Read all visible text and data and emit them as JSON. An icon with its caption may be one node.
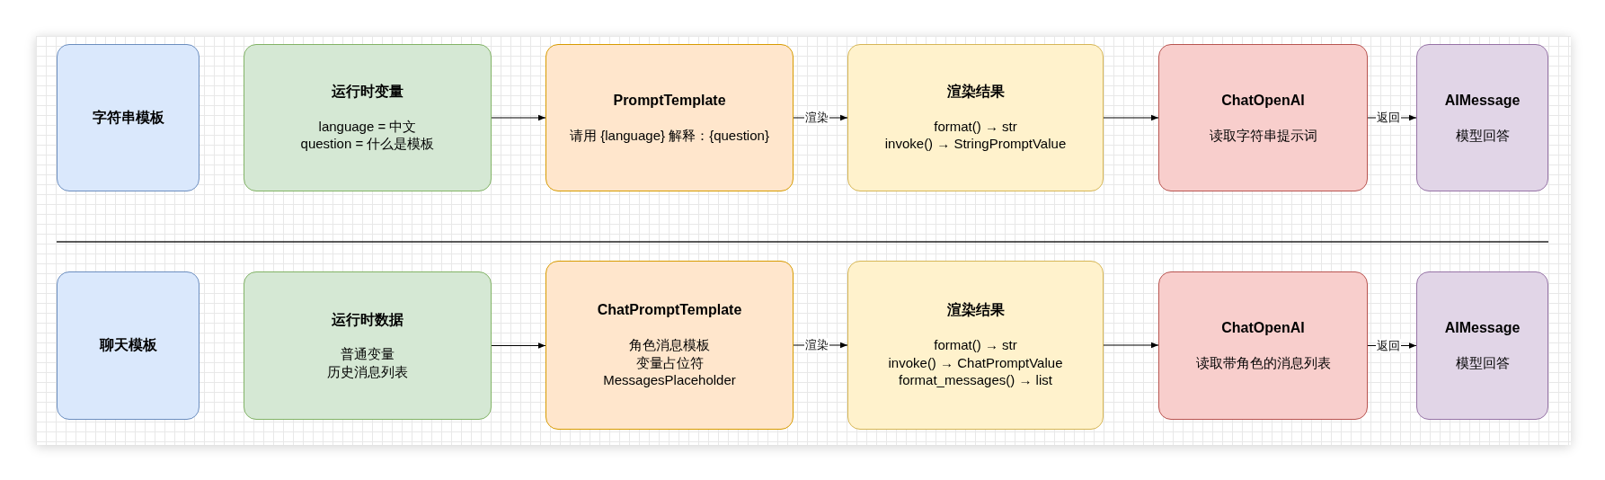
{
  "diagram": {
    "nodes": [
      {
        "text": [
          "字符串模板"
        ]
      },
      {
        "text": [
          "运行时变量",
          "language = 中文",
          "question = 什么是模板"
        ]
      },
      {
        "text": [
          "PromptTemplate",
          "请用 {language} 解释：{question}"
        ]
      },
      {
        "text": [
          "渲染结果",
          "format() → str",
          "invoke() → StringPromptValue"
        ]
      },
      {
        "text": [
          "ChatOpenAI",
          "读取字符串提示词"
        ]
      },
      {
        "text": [
          "AIMessage",
          "模型回答"
        ]
      },
      {
        "text": [
          "聊天模板"
        ]
      },
      {
        "text": [
          "运行时数据",
          "普通变量",
          "历史消息列表"
        ]
      },
      {
        "text": [
          "ChatPromptTemplate",
          "角色消息模板",
          "变量占位符",
          "MessagesPlaceholder"
        ]
      },
      {
        "text": [
          "渲染结果",
          "format() → str",
          "invoke() → ChatPromptValue",
          "format_messages() → list"
        ]
      },
      {
        "text": [
          "ChatOpenAI",
          "读取带角色的消息列表"
        ]
      },
      {
        "text": [
          "AIMessage",
          "模型回答"
        ]
      }
    ],
    "edges": [
      {
        "from": 1,
        "to": 2,
        "arrow": "to"
      },
      {
        "from": 2,
        "to": 3,
        "arrow": "to",
        "label": "渲染"
      },
      {
        "from": 3,
        "to": 4,
        "arrow": "to"
      },
      {
        "from": 4,
        "to": 5,
        "arrow": "to",
        "label": "返回"
      },
      {
        "from": 7,
        "to": 8,
        "arrow": "to"
      },
      {
        "from": 8,
        "to": 9,
        "arrow": "to",
        "label": "渲染"
      },
      {
        "from": 9,
        "to": 10,
        "arrow": "to"
      },
      {
        "from": 10,
        "to": 11,
        "arrow": "to",
        "label": "返回"
      }
    ]
  }
}
